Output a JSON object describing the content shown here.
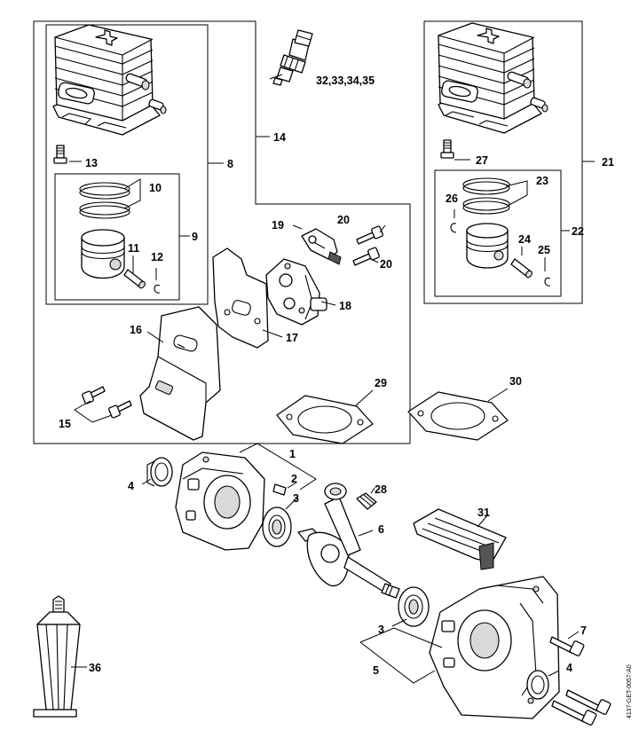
{
  "labels": {
    "l1": "1",
    "l2": "2",
    "l3a": "3",
    "l3b": "3",
    "l4a": "4",
    "l4b": "4",
    "l5": "5",
    "l6": "6",
    "l7": "7",
    "l8": "8",
    "l9": "9",
    "l10": "10",
    "l11": "11",
    "l12": "12",
    "l13": "13",
    "l14": "14",
    "l15": "15",
    "l16": "16",
    "l17": "17",
    "l18": "18",
    "l19": "19",
    "l20a": "20",
    "l20b": "20",
    "l21": "21",
    "l22": "22",
    "l23": "23",
    "l24": "24",
    "l25": "25",
    "l26": "26",
    "l27": "27",
    "l28": "28",
    "l29": "29",
    "l30": "30",
    "l31": "31",
    "l32": "32,33,34,35",
    "l36": "36"
  },
  "drawing_code": "4137-GET-0057-A0"
}
